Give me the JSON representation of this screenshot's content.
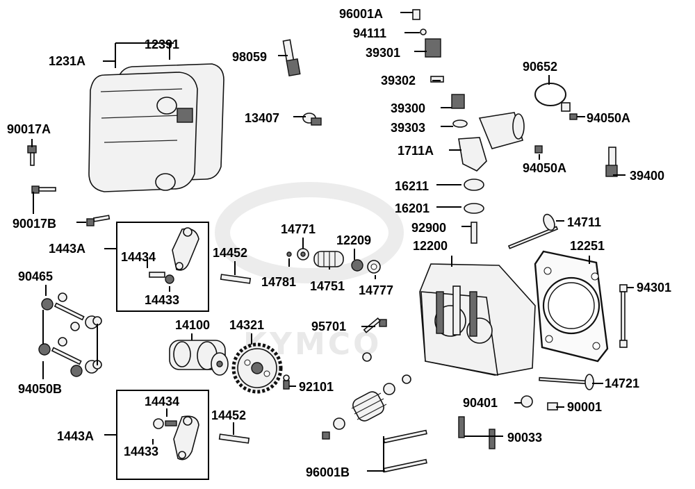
{
  "watermark": "KYMCO",
  "labels": {
    "l_96001A": "96001A",
    "l_94111": "94111",
    "l_39301": "39301",
    "l_39302": "39302",
    "l_39300": "39300",
    "l_39303": "39303",
    "l_1711A": "1711A",
    "l_90652": "90652",
    "l_94050A_1": "94050A",
    "l_94050A_2": "94050A",
    "l_39400": "39400",
    "l_16211": "16211",
    "l_16201": "16201",
    "l_92900": "92900",
    "l_14711": "14711",
    "l_12200": "12200",
    "l_12251": "12251",
    "l_94301": "94301",
    "l_95701": "95701",
    "l_14721": "14721",
    "l_90401": "90401",
    "l_90001": "90001",
    "l_90033": "90033",
    "l_96001B": "96001B",
    "l_1231A": "1231A",
    "l_12391": "12391",
    "l_98059": "98059",
    "l_13407": "13407",
    "l_90017A": "90017A",
    "l_90017B": "90017B",
    "l_1443A_1": "1443A",
    "l_14434_1": "14434",
    "l_14433_1": "14433",
    "l_14452_1": "14452",
    "l_90465": "90465",
    "l_94050B": "94050B",
    "l_14771": "14771",
    "l_12209": "12209",
    "l_14781": "14781",
    "l_14751": "14751",
    "l_14777": "14777",
    "l_14100": "14100",
    "l_14321": "14321",
    "l_92101": "92101",
    "l_1443A_2": "1443A",
    "l_14434_2": "14434",
    "l_14433_2": "14433",
    "l_14452_2": "14452"
  }
}
